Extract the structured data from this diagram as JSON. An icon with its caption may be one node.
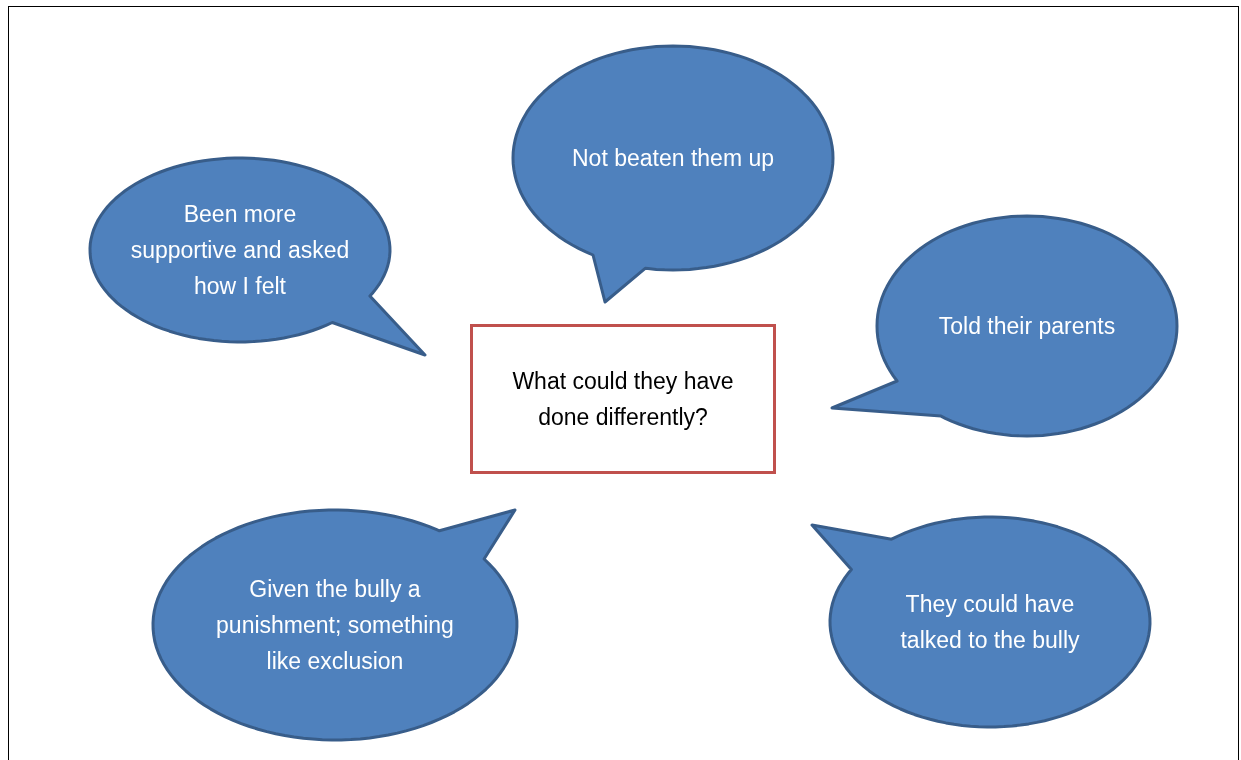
{
  "diagram": {
    "nodes": [
      {
        "text": [
          "Not beaten them up"
        ]
      },
      {
        "text": [
          "Been more supportive and asked how I felt"
        ]
      },
      {
        "text": [
          "Told their parents"
        ]
      },
      {
        "text": [
          "What could they have done differently?"
        ]
      },
      {
        "text": [
          "Given the bully a punishment; something like exclusion"
        ]
      },
      {
        "text": [
          "They could have talked to the bully"
        ]
      }
    ],
    "edges": []
  }
}
